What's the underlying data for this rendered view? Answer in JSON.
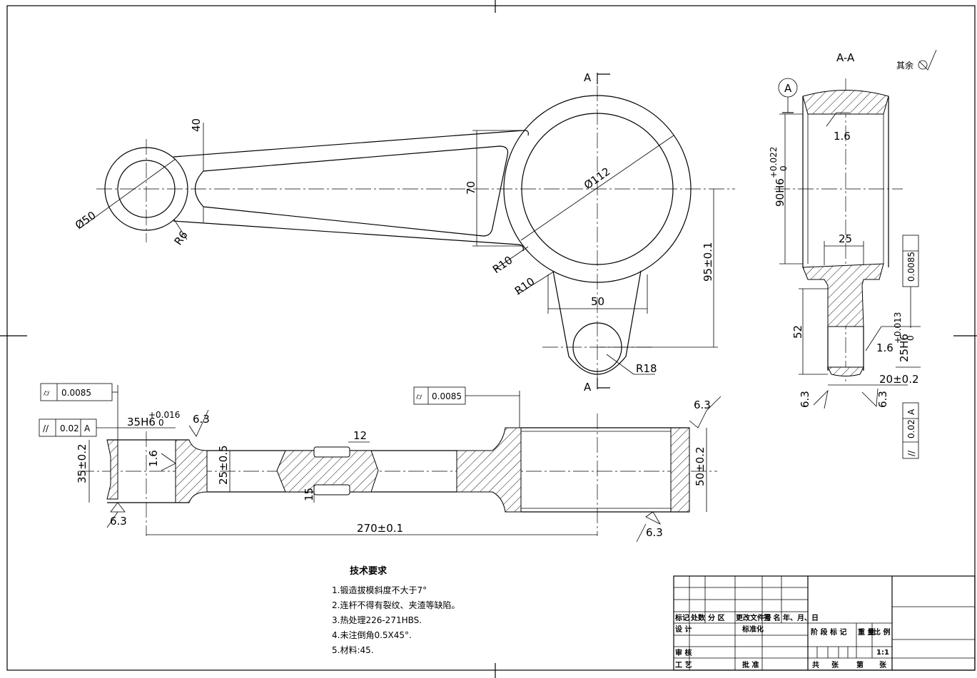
{
  "section_label": "A-A",
  "surface_note": {
    "text": "其余"
  },
  "cut_label": "A",
  "datum_label": "A",
  "dims": {
    "d40": "40",
    "d70": "70",
    "d112": "Ø112",
    "d50dia": "Ø50",
    "r6": "R6",
    "r10a": "R10",
    "r10b": "R10",
    "d95": "95±0.1",
    "d50": "50",
    "r18": "R18",
    "d90": "90H6",
    "d90tol": "+0.022",
    "d90tol2": "0",
    "d25top": "25",
    "d52": "52",
    "d25h6": "25H6",
    "d25tol": "+0.013",
    "d25tol2": "0",
    "d20": "20±0.2",
    "d35h6": "35H6",
    "d35tol": "+0.016",
    "d35tol2": "0",
    "d35": "35±0.2",
    "d25b": "25±0.5",
    "d12": "12",
    "d15": "15",
    "d50b": "50±0.2",
    "d270": "270±0.1"
  },
  "roughness": {
    "r16a": "1.6",
    "r16b": "1.6",
    "r16c": "1.6",
    "r63a": "6.3",
    "r63b": "6.3",
    "r63c": "6.3",
    "r63d": "6.3",
    "r63e": "6.3",
    "r63f": "6.3"
  },
  "tolerances": {
    "cyl1": "0.0085",
    "cyl2": "0.0085",
    "cyl3": "0.0085",
    "par1": "0.02",
    "par1_datum": "A",
    "par2": "0.02",
    "par2_datum": "A"
  },
  "tech_req": {
    "title": "技术要求",
    "items": [
      "1.锻造拔模斜度不大于7°",
      "2.连杆不得有裂纹、夹渣等缺陷。",
      "3.热处理226-271HBS.",
      "4.未注倒角0.5X45°.",
      "5.材料:45."
    ]
  },
  "title_block": {
    "biaoji": "标记",
    "chushu": "处数",
    "fenqu": "分 区",
    "gengai": "更改文件号",
    "qianming": "签 名",
    "date": "年、月、日",
    "sheji": "设 计",
    "biaozhunhua": "标准化",
    "jieduan": "阶 段 标 记",
    "zhongliang": "重 量",
    "bili": "比 例",
    "scale": "1:1",
    "shenhe": "审 核",
    "gongyi": "工 艺",
    "pizhun": "批 准",
    "gong": "共",
    "zhang1": "张",
    "di": "第",
    "zhang2": "张"
  },
  "colors": {
    "line": "#000000",
    "paper": "#ffffff"
  }
}
